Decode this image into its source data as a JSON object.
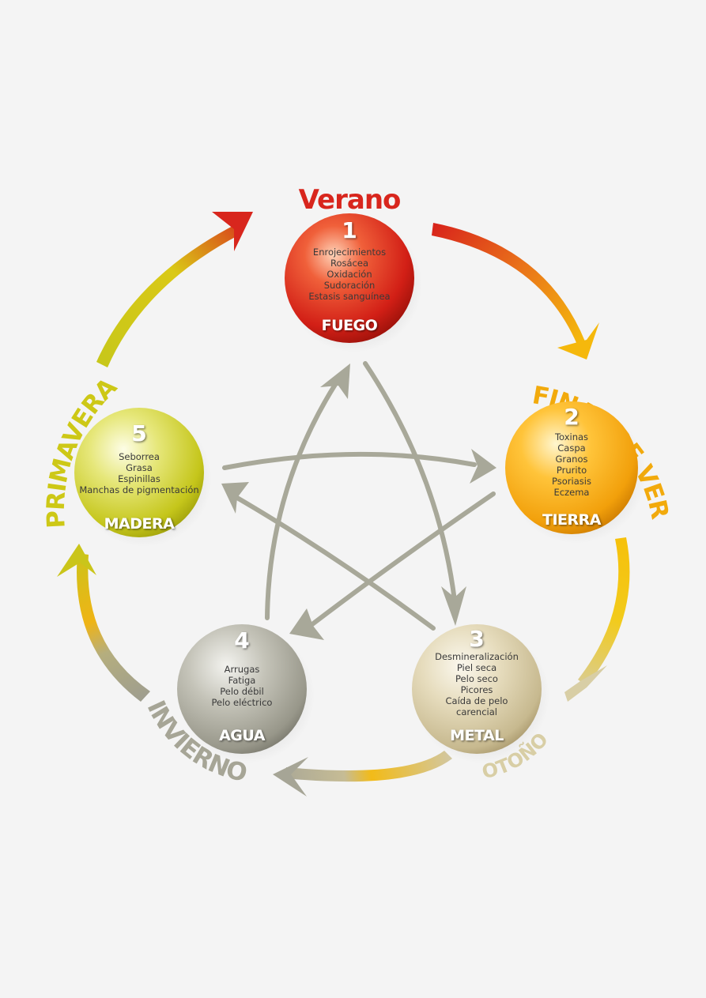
{
  "seasons": {
    "verano": "Verano",
    "final_de_verano": "FINAL DE VERANO",
    "otono": "OTOÑO",
    "invierno": "INVIERNO",
    "primavera": "PRIMAVERA"
  },
  "nodes": [
    {
      "key": "fuego",
      "number": "1",
      "element": "FUEGO",
      "symptoms": [
        "Enrojecimientos",
        "Rosácea",
        "Oxidación",
        "Sudoración",
        "Estasis sanguínea"
      ],
      "color": "#d8261d"
    },
    {
      "key": "tierra",
      "number": "2",
      "element": "TIERRA",
      "symptoms": [
        "Toxinas",
        "Caspa",
        "Granos",
        "Prurito",
        "Psoriasis",
        "Eczema"
      ],
      "color": "#f2a20c"
    },
    {
      "key": "metal",
      "number": "3",
      "element": "METAL",
      "symptoms": [
        "Desmineralización",
        "Piel seca",
        "Pelo seco",
        "Picores",
        "Caída de pelo",
        "carencial"
      ],
      "color": "#cfc39a"
    },
    {
      "key": "agua",
      "number": "4",
      "element": "AGUA",
      "symptoms": [
        "Arrugas",
        "Fatiga",
        "Pelo débil",
        "Pelo eléctrico"
      ],
      "color": "#9b9a8c"
    },
    {
      "key": "madera",
      "number": "5",
      "element": "MADERA",
      "symptoms": [
        "Seborrea",
        "Grasa",
        "Espinillas",
        "Manchas de pigmentación"
      ],
      "color": "#c3c616"
    }
  ]
}
